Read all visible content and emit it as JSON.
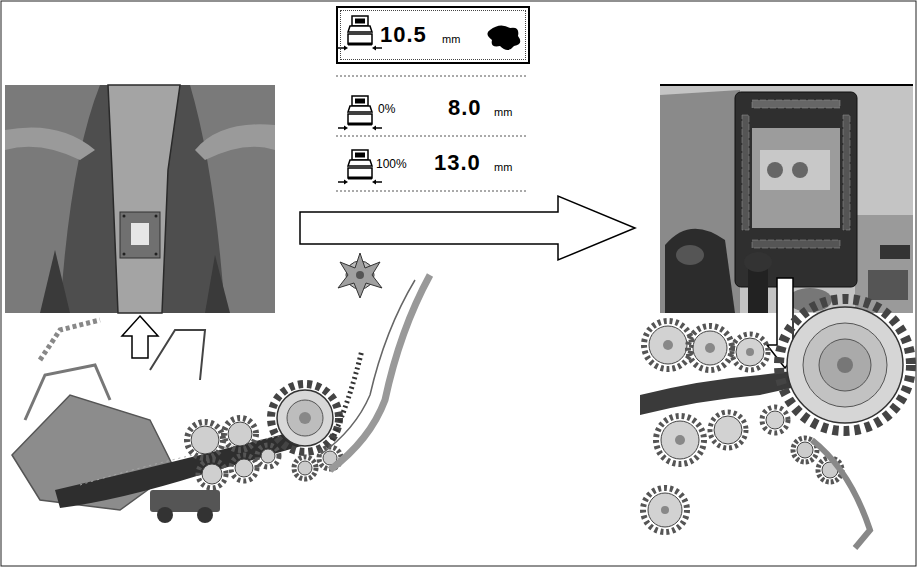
{
  "diagram": {
    "nodes": [
      {
        "text": [
          "10.5",
          "mm"
        ]
      }
    ],
    "labels": [
      "0%",
      "8.0",
      "mm",
      "100%",
      "13.0",
      "mm"
    ]
  }
}
